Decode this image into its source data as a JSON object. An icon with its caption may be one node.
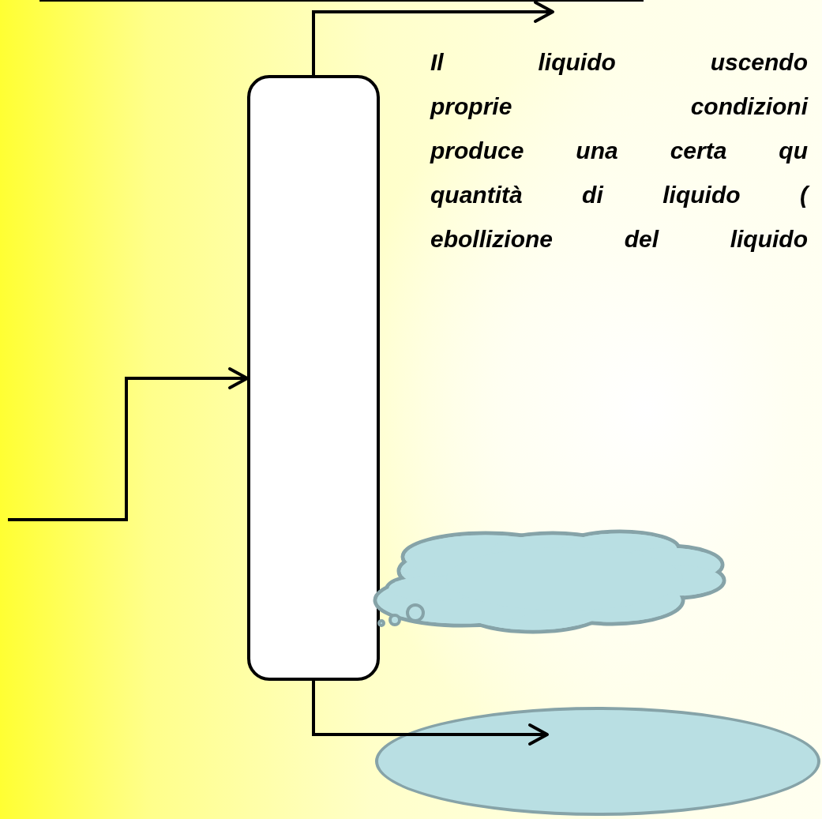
{
  "diagram": {
    "nodes": [
      {
        "text": [],
        "shape": "box"
      },
      {
        "text": [],
        "shape": "cloud"
      },
      {
        "text": [],
        "shape": "ellipse"
      }
    ],
    "edges": [
      {
        "from": null,
        "to": 0,
        "arrow": "to"
      },
      {
        "from": 0,
        "to": null,
        "arrow": "to"
      },
      {
        "from": 0,
        "to": 2,
        "arrow": "to"
      }
    ],
    "labels": [
      "Il liquido uscendo",
      "proprie condizioni",
      "produce una certa qu",
      "quantità di liquido (",
      "ebollizione del liquido"
    ]
  }
}
